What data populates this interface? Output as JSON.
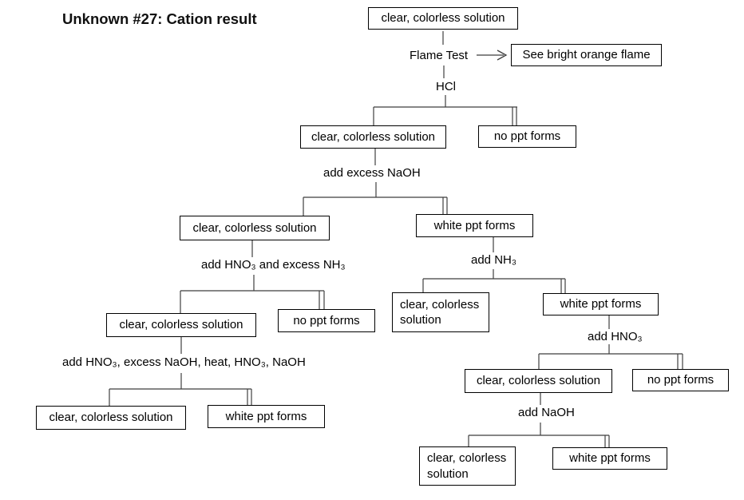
{
  "title": "Unknown #27: Cation result",
  "colors": {
    "background": "#ffffff",
    "box_border": "#000000",
    "line": "#3f3f3f",
    "text": "#000000"
  },
  "boxes": [
    {
      "name": "start-solution",
      "text": "clear, colorless solution"
    },
    {
      "name": "flame-test-result",
      "text": "See bright orange flame"
    },
    {
      "name": "hcl-clear",
      "text": "clear, colorless solution"
    },
    {
      "name": "hcl-no-ppt",
      "text": "no ppt forms"
    },
    {
      "name": "naoh-clear",
      "text": "clear, colorless solution"
    },
    {
      "name": "naoh-white-ppt",
      "text": "white ppt forms"
    },
    {
      "name": "hno3-nh3-clear",
      "text": "clear, colorless solution"
    },
    {
      "name": "hno3-nh3-no-ppt",
      "text": "no ppt forms"
    },
    {
      "name": "left-final-clear",
      "text": "clear, colorless solution"
    },
    {
      "name": "left-final-white-ppt",
      "text": "white ppt forms"
    },
    {
      "name": "nh3-clear",
      "text": "clear, colorless solution"
    },
    {
      "name": "nh3-white-ppt",
      "text": "white ppt forms"
    },
    {
      "name": "hno3-right-clear",
      "text": "clear, colorless solution"
    },
    {
      "name": "hno3-right-no-ppt",
      "text": "no ppt forms"
    },
    {
      "name": "right-final-clear",
      "text": "clear, colorless solution"
    },
    {
      "name": "right-final-white-ppt",
      "text": "white ppt forms"
    }
  ],
  "labels": [
    {
      "name": "flame-test",
      "text": "Flame Test"
    },
    {
      "name": "hcl",
      "text": "HCl"
    },
    {
      "name": "add-excess-naoh",
      "text": "add excess NaOH"
    },
    {
      "name": "add-hno3-excess-nh3",
      "text": "add HNO₃ and excess NH₃"
    },
    {
      "name": "add-hno3-naoh-heat",
      "text": "add HNO₃, excess NaOH, heat, HNO₃, NaOH"
    },
    {
      "name": "add-nh3",
      "text": "add NH₃"
    },
    {
      "name": "add-hno3",
      "text": "add HNO₃"
    },
    {
      "name": "add-naoh",
      "text": "add NaOH"
    }
  ]
}
